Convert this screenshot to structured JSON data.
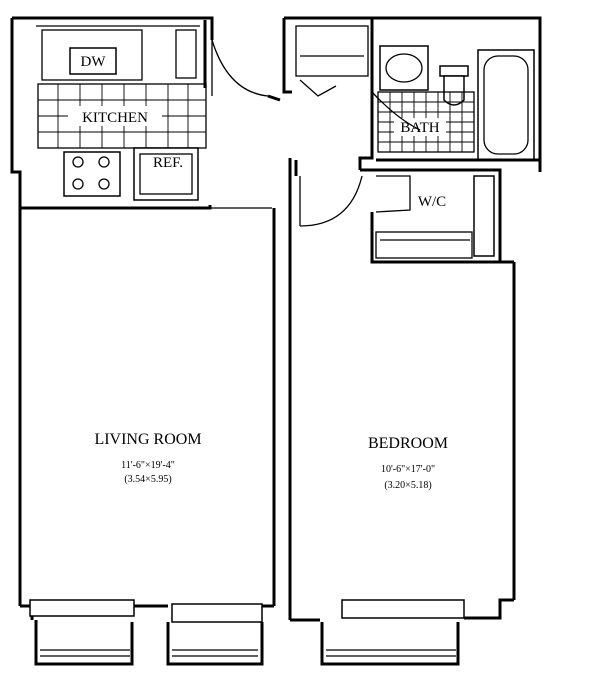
{
  "rooms": {
    "living": {
      "name": "LIVING ROOM",
      "dim_imperial": "11'-6\"×19'-4\"",
      "dim_metric": "(3.54×5.95)"
    },
    "bedroom": {
      "name": "BEDROOM",
      "dim_imperial": "10'-6\"×17'-0\"",
      "dim_metric": "(3.20×5.18)"
    },
    "kitchen": {
      "name": "KITCHEN"
    },
    "bath": {
      "name": "BATH"
    },
    "wc": {
      "name": "W/C"
    }
  },
  "fixtures": {
    "dishwasher": "DW",
    "refrigerator": "REF."
  }
}
